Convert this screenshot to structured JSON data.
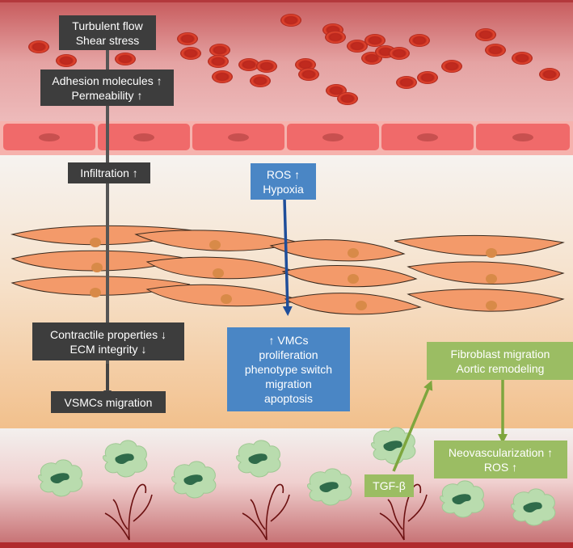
{
  "flow_left": {
    "turbulent": [
      "Turbulent flow",
      "Shear stress"
    ],
    "adhesion": [
      "Adhesion molecules ↑",
      "Permeability ↑"
    ],
    "infiltration": "Infiltration ↑",
    "contractile": [
      "Contractile properties ↓",
      "ECM integrity ↓"
    ],
    "migration": "VSMCs migration"
  },
  "flow_middle": {
    "ros": [
      "ROS ↑",
      "Hypoxia"
    ],
    "vmcs": [
      "↑ VMCs",
      "proliferation",
      "phenotype switch",
      "migration",
      "apoptosis"
    ]
  },
  "flow_right": {
    "fibroblast": [
      "Fibroblast migration",
      "Aortic remodeling"
    ],
    "tgf": "TGF-β",
    "neovascular": [
      "Neovascularization ↑",
      "ROS ↑"
    ]
  },
  "colors": {
    "dark_box": "#3d3d3d",
    "blue_box": "#4a86c5",
    "green_box": "#9bbd63",
    "lumen": "#d98a8a",
    "endothelium": "#f06a6a",
    "smc": "#f39a6a"
  }
}
